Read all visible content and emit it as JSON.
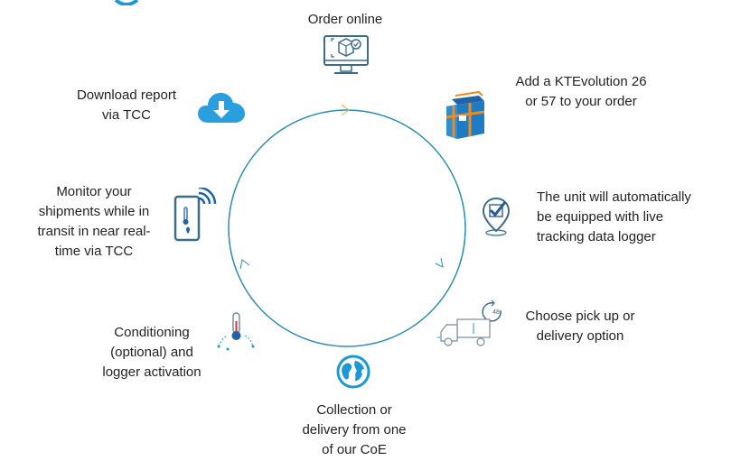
{
  "steps": [
    {
      "id": "order-online",
      "lines": [
        "Order online"
      ],
      "icon": "monitor-box-icon"
    },
    {
      "id": "add-kte",
      "lines": [
        "Add a KTEvolution 26",
        "or 57 to your order"
      ],
      "icon": "container-box-icon"
    },
    {
      "id": "live-tracking",
      "lines": [
        "The unit will automatically",
        "be equipped with live",
        "tracking data logger"
      ],
      "icon": "location-check-icon"
    },
    {
      "id": "pickup-delivery",
      "lines": [
        "Choose pick up or",
        "delivery option"
      ],
      "icon": "delivery-truck-icon"
    },
    {
      "id": "collection",
      "lines": [
        "Collection or",
        "delivery from one",
        "of our CoE"
      ],
      "icon": "globe-icon"
    },
    {
      "id": "conditioning",
      "lines": [
        "Conditioning",
        "(optional) and",
        "logger activation"
      ],
      "icon": "thermometer-icon"
    },
    {
      "id": "monitor",
      "lines": [
        "Monitor your",
        "shipments while in",
        "transit in near real-",
        "time via TCC"
      ],
      "icon": "tablet-signal-icon"
    },
    {
      "id": "download",
      "lines": [
        "Download report",
        "via TCC"
      ],
      "icon": "cloud-download-icon"
    }
  ],
  "truck_badge": "48",
  "colors": {
    "circle": "#2a8fb0",
    "icon_dark": "#3d6c8a",
    "icon_blue": "#1b98d6",
    "orange": "#f08a1c"
  }
}
